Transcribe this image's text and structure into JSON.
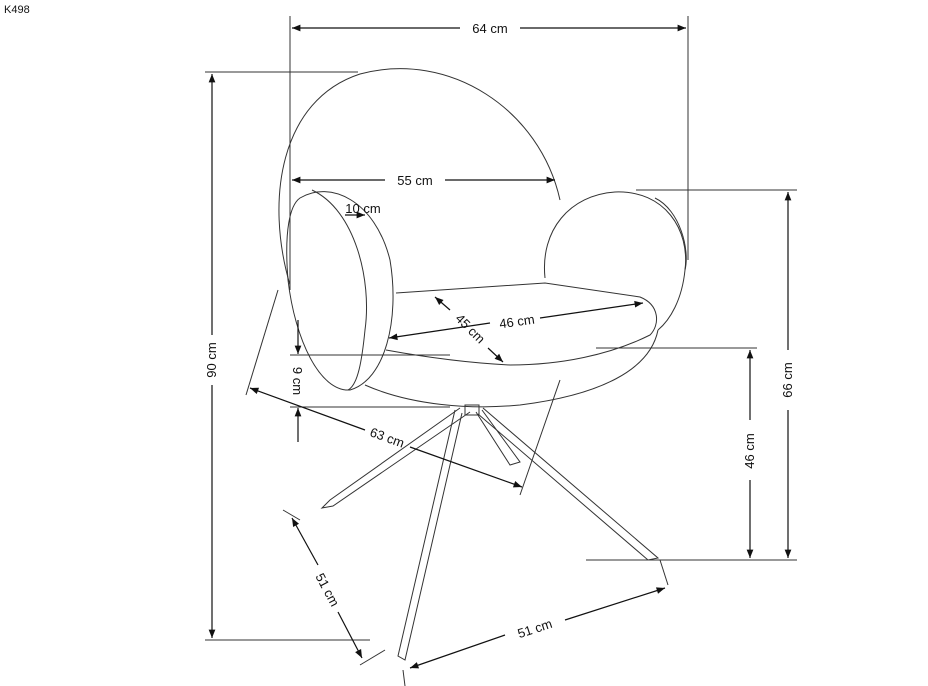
{
  "product_code": "K498",
  "dimensions": {
    "overall_width": "64 cm",
    "inner_width": "55 cm",
    "armrest_width": "10 cm",
    "seat_depth": "45 cm",
    "seat_width": "46 cm",
    "seat_thickness": "9 cm",
    "overall_height": "90 cm",
    "overall_depth": "63 cm",
    "base_depth": "51 cm",
    "base_width": "51 cm",
    "seat_height": "46 cm",
    "armrest_height": "66 cm"
  },
  "colors": {
    "line": "#333333",
    "text": "#111111",
    "background": "#ffffff"
  }
}
